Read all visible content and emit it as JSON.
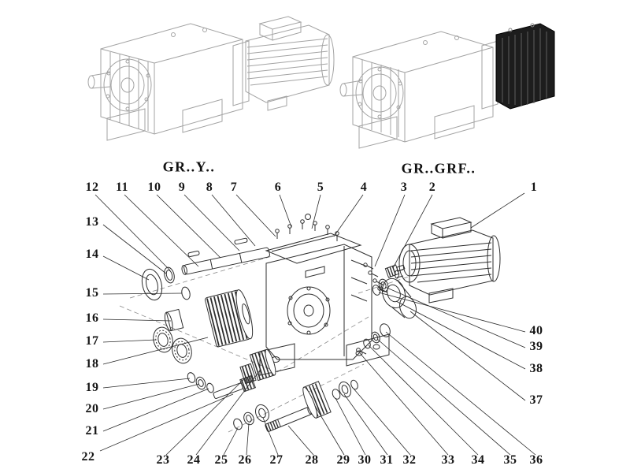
{
  "labels": {
    "left": "GR..Y..",
    "right": "GR..GRF.."
  },
  "callouts": {
    "top_row": [
      "12",
      "11",
      "10",
      "9",
      "8",
      "7",
      "6",
      "5",
      "4",
      "3",
      "2",
      "1"
    ],
    "left_column": [
      "13",
      "14",
      "15",
      "16",
      "17",
      "18",
      "19",
      "20",
      "21",
      "22"
    ],
    "bottom_row": [
      "23",
      "24",
      "25",
      "26",
      "27",
      "28",
      "29",
      "30",
      "31",
      "32",
      "33",
      "34",
      "35",
      "36"
    ],
    "right_column": [
      "40",
      "39",
      "38",
      "37"
    ]
  },
  "diagram": {
    "type": "exploded-parts-diagram",
    "part_count": 40
  },
  "colors": {
    "line": "#2e2e2e",
    "light_line": "#a3a3a3",
    "background": "#ffffff",
    "dark_fill": "#1d1d1d"
  }
}
